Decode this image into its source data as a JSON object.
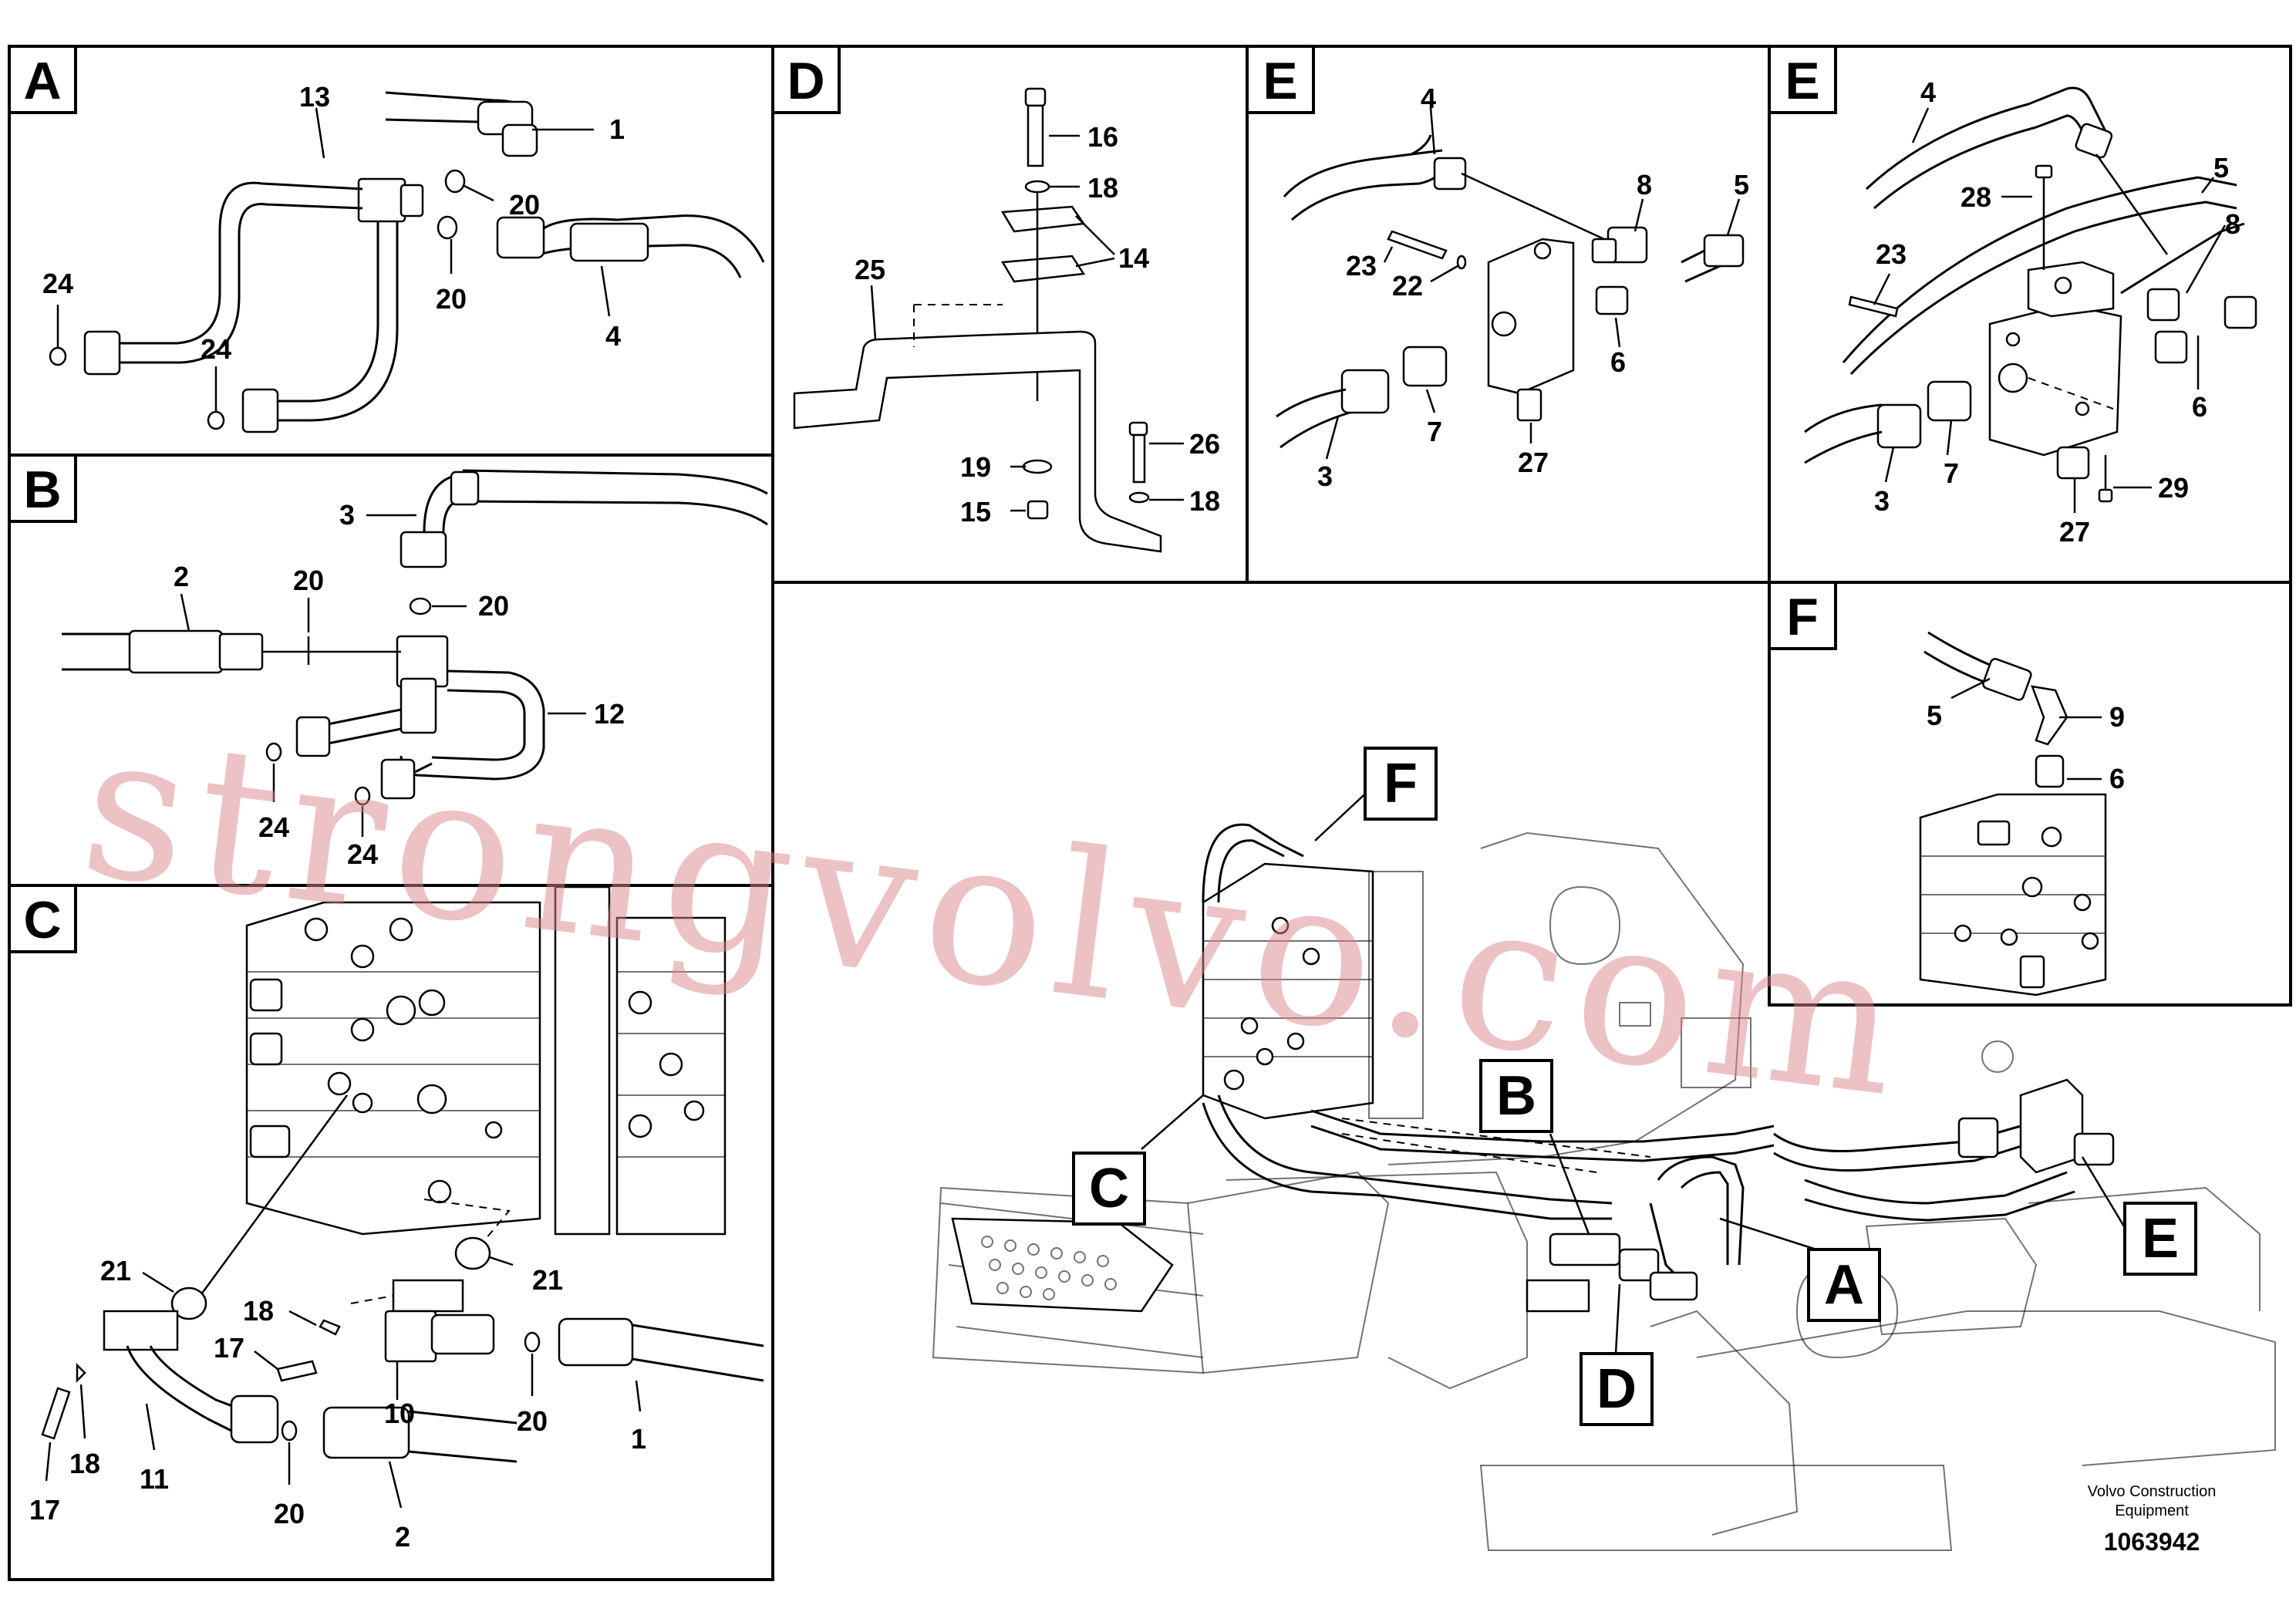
{
  "panels": [
    {
      "id": "A",
      "label": "A",
      "parts": [
        "13",
        "1",
        "20",
        "20",
        "4",
        "24",
        "24"
      ]
    },
    {
      "id": "D",
      "label": "D",
      "parts": [
        "16",
        "18",
        "14",
        "25",
        "26",
        "19",
        "18",
        "15"
      ]
    },
    {
      "id": "E1",
      "label": "E",
      "parts": [
        "4",
        "8",
        "5",
        "23",
        "22",
        "6",
        "7",
        "3",
        "27"
      ]
    },
    {
      "id": "E2",
      "label": "E",
      "parts": [
        "4",
        "5",
        "28",
        "23",
        "8",
        "6",
        "7",
        "3",
        "29",
        "27"
      ]
    },
    {
      "id": "B",
      "label": "B",
      "parts": [
        "3",
        "20",
        "2",
        "20",
        "12",
        "24",
        "24"
      ]
    },
    {
      "id": "F",
      "label": "F",
      "parts": [
        "5",
        "9",
        "6"
      ]
    },
    {
      "id": "C",
      "label": "C",
      "parts": [
        "21",
        "21",
        "18",
        "17",
        "10",
        "20",
        "1",
        "17",
        "18",
        "11",
        "20",
        "2"
      ]
    }
  ],
  "callouts": [
    "F",
    "B",
    "C",
    "A",
    "D",
    "E"
  ],
  "watermark": "strongvolvo.com",
  "footer": {
    "company_line1": "Volvo Construction",
    "company_line2": "Equipment",
    "document_number": "1063942"
  }
}
